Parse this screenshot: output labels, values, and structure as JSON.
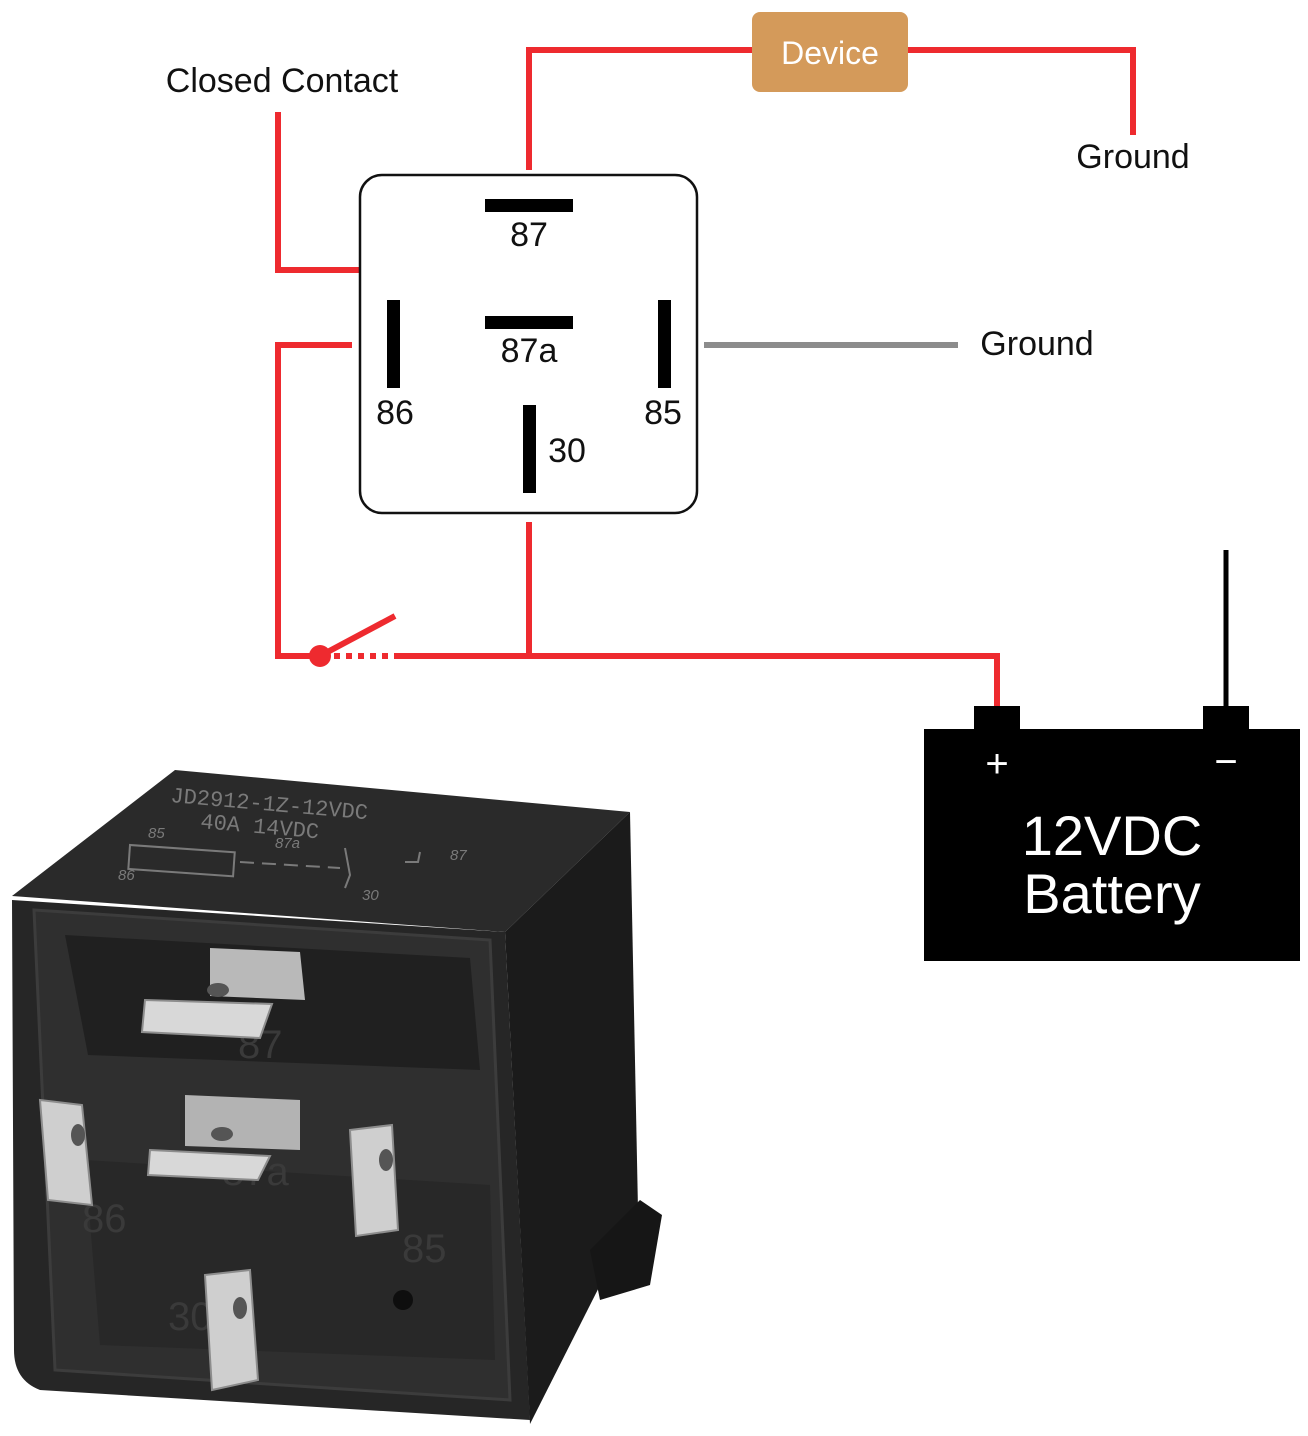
{
  "labels": {
    "closed_contact": "Closed Contact",
    "device": "Device",
    "ground_top": "Ground",
    "ground_mid": "Ground"
  },
  "relay_pins": {
    "p87": "87",
    "p87a": "87a",
    "p86": "86",
    "p85": "85",
    "p30": "30"
  },
  "battery": {
    "line1": "12VDC",
    "line2": "Battery",
    "plus": "+",
    "minus": "−"
  },
  "relay_photo": {
    "model": "JD2912-1Z-12VDC",
    "rating": "40A  14VDC",
    "emb_85": "85",
    "emb_86": "86",
    "emb_87a": "87a",
    "emb_87": "87",
    "emb_30": "30",
    "mold_87": "87",
    "mold_87a": "87a",
    "mold_86": "86",
    "mold_85": "85",
    "mold_30": "30"
  },
  "colors": {
    "wire": "#ee2a2f",
    "ground_wire": "#8c8c8c",
    "device_fill": "#d49a5a",
    "battery_fill": "#000000",
    "relay_body": "#222222"
  }
}
